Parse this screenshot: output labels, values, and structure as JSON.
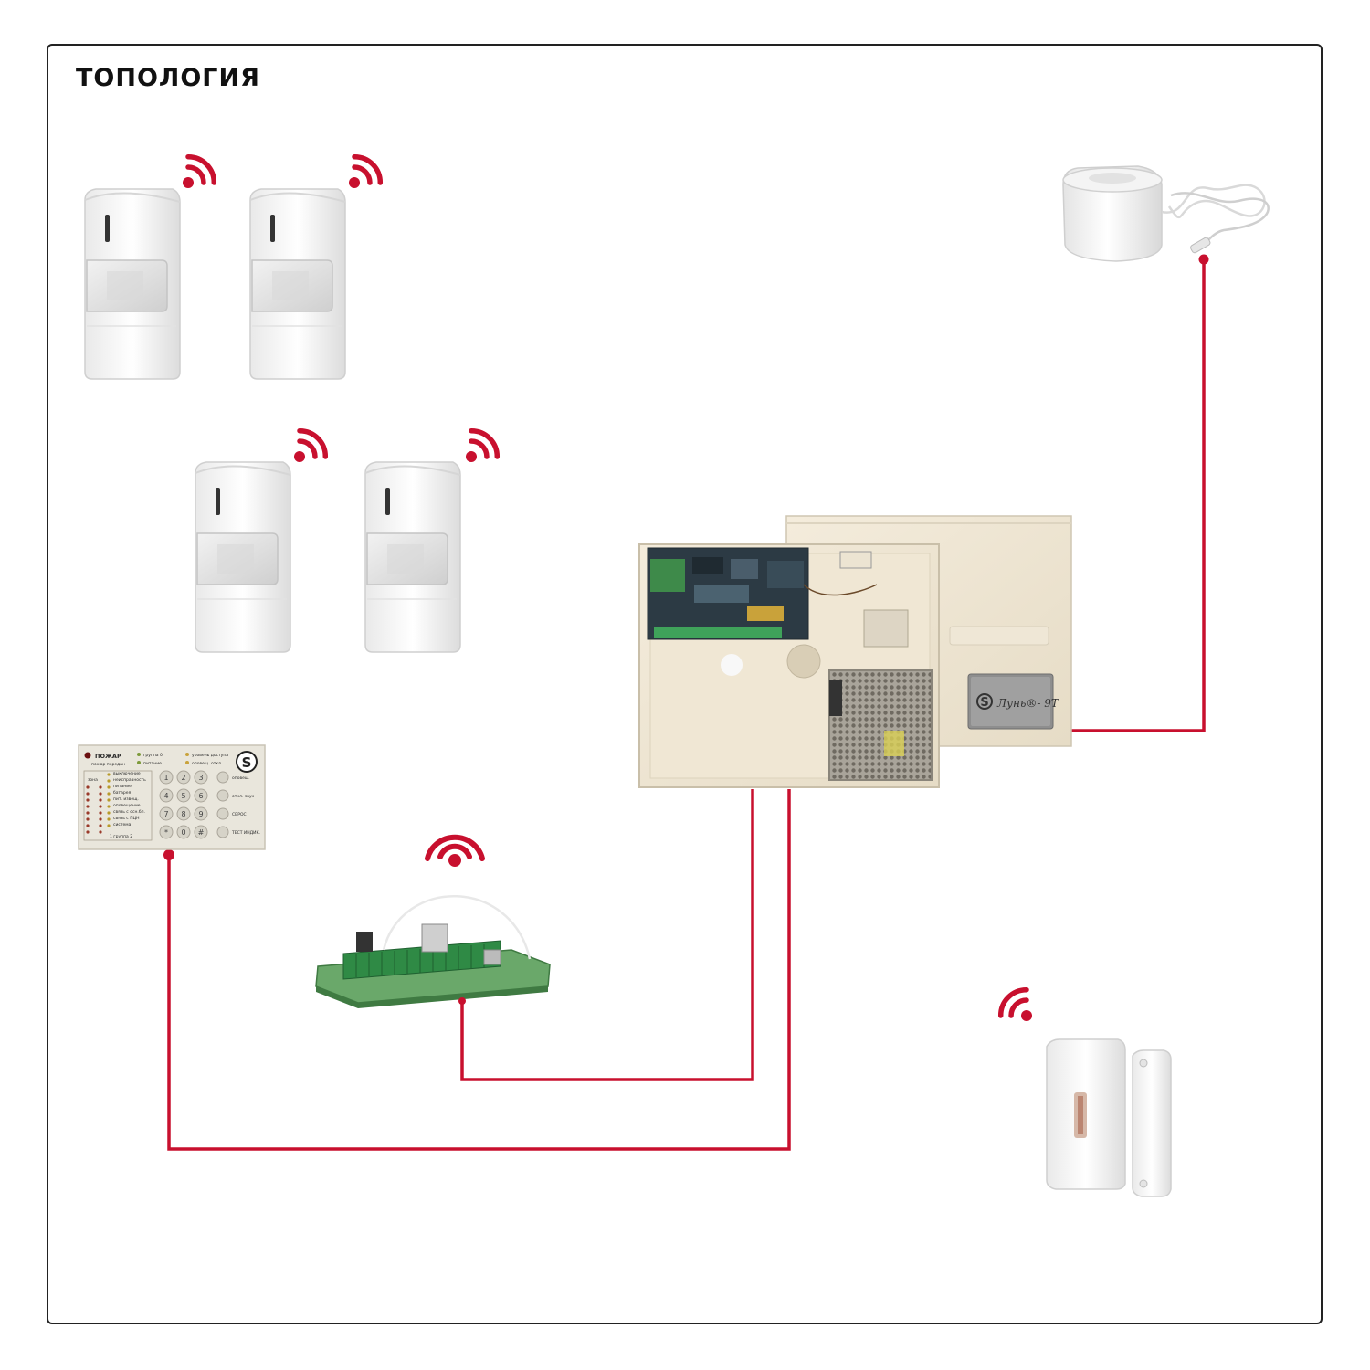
{
  "title": "ТОПОЛОГИЯ",
  "colors": {
    "wire": "#c8102e",
    "signal": "#c8102e",
    "frame": "#222222"
  },
  "devices": {
    "motion_sensors": [
      {
        "name": "motion-sensor-1",
        "icon": "wifi-signal-icon"
      },
      {
        "name": "motion-sensor-2",
        "icon": "wifi-signal-icon"
      },
      {
        "name": "motion-sensor-3",
        "icon": "wifi-signal-icon"
      },
      {
        "name": "motion-sensor-4",
        "icon": "wifi-signal-icon"
      }
    ],
    "siren": {
      "icon": "siren-icon"
    },
    "control_panel": {
      "brand_label": "Лунь®- 9Т"
    },
    "keypad": {
      "fire": "ПОЖАР",
      "fire_sub": "пожар передан",
      "group": "группа 0",
      "power": "питание",
      "access": "уровень доступа",
      "notify_off": "оповещ. откл.",
      "zone_header": "зона",
      "statuses": [
        "выключение",
        "неисправность",
        "питание",
        "батарея",
        "пит. извещ.",
        "оповещение",
        "связь с осн.бл.",
        "связь с ПЦН",
        "система"
      ],
      "groups_row": "1   группа   2",
      "keys": [
        "1",
        "2",
        "3",
        "4",
        "5",
        "6",
        "7",
        "8",
        "9",
        "*",
        "0",
        "#"
      ],
      "fn_buttons": [
        "оповещ.",
        "откл. звук",
        "СБРОС",
        "ТЕСТ ИНДИК."
      ]
    },
    "radio_module": {
      "icon": "wifi-signal-icon"
    },
    "door_sensor": {
      "icon": "wifi-signal-icon"
    }
  }
}
